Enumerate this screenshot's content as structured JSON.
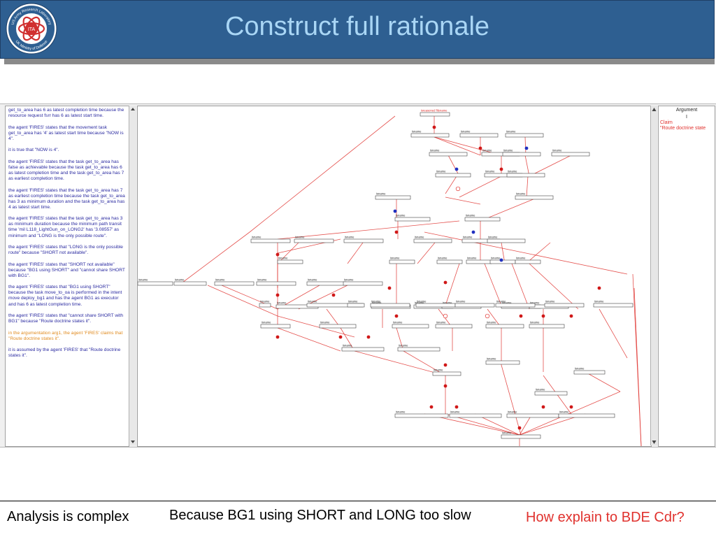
{
  "slide": {
    "title": "Construct full rationale",
    "logo": {
      "top_text": "US Army Research Laboratory",
      "center_text": "ITA",
      "bottom_text": "UK Ministry of Defence"
    }
  },
  "rationale_panel": {
    "paragraphs": [
      {
        "text": "get_to_area has 6 as latest completion time because the resource request fsrr has 6 as latest start time.",
        "color": "blue"
      },
      {
        "text": "the agent 'FIRES' states that the movement task get_to_area has '4' as latest start time because \"NOW is 4\".",
        "color": "blue"
      },
      {
        "text": "it is true that \"NOW is 4\".",
        "color": "blue"
      },
      {
        "text": "the agent 'FIRES' states that the task get_to_area has false as achievable because the task get_to_area has 6 as latest completion time and the task get_to_area has 7 as earliest completion time.",
        "color": "blue"
      },
      {
        "text": "the agent 'FIRES' states that the task get_to_area has 7 as earliest completion time because the task get_to_area has 3 as minimum duration and the task get_to_area has 4 as latest start time.",
        "color": "blue"
      },
      {
        "text": "the agent 'FIRES' states that the task get_to_area has 3 as minimum duration because the minimum path transit time 'mil L118_LightGun_on_LONG2' has '3.08557' as minimum and \"LONG is the only possible route\".",
        "color": "blue"
      },
      {
        "text": "the agent 'FIRES' states that \"LONG is the only possible route\" because \"SHORT not available\".",
        "color": "blue"
      },
      {
        "text": "the agent 'FIRES' states that \"SHORT not available\" because \"BG1 using SHORT\" and \"cannot share SHORT with BG1\".",
        "color": "blue"
      },
      {
        "text": "the agent 'FIRES' states that \"BG1 using SHORT\" because the task move_to_oa is performed in the intent move deploy_bg1 and has the agent BG1 as executor and has 6 as latest completion time.",
        "color": "blue"
      },
      {
        "text": "the agent 'FIRES' states that \"cannot share SHORT with BG1\" because \"Route doctrine states it\".",
        "color": "blue"
      },
      {
        "text": "in the argumentation arg1, the agent 'FIRES' claims that \"Route doctrine states it\".",
        "color": "orange"
      },
      {
        "text": "it is assumed by the agent 'FIRES' that \"Route doctrine states it\".",
        "color": "blue"
      }
    ]
  },
  "graph": {
    "node_label": "isname",
    "top_node_label": "isreasoned filename"
  },
  "argument_panel": {
    "header": "Argument",
    "index": "I",
    "claim_label": "Claim",
    "claim_text": "\"Route doctrine state"
  },
  "footer": {
    "left": "Analysis is complex",
    "center": "Because BG1 using SHORT and LONG too slow",
    "right": "How explain to BDE Cdr?"
  },
  "colors": {
    "header_bg": "#2e5f91",
    "title": "#a9d6f5",
    "rationale_text": "#2a2aa0",
    "highlight_orange": "#e08a1e",
    "edge_red": "#e0322e",
    "question_red": "#e0322e"
  }
}
